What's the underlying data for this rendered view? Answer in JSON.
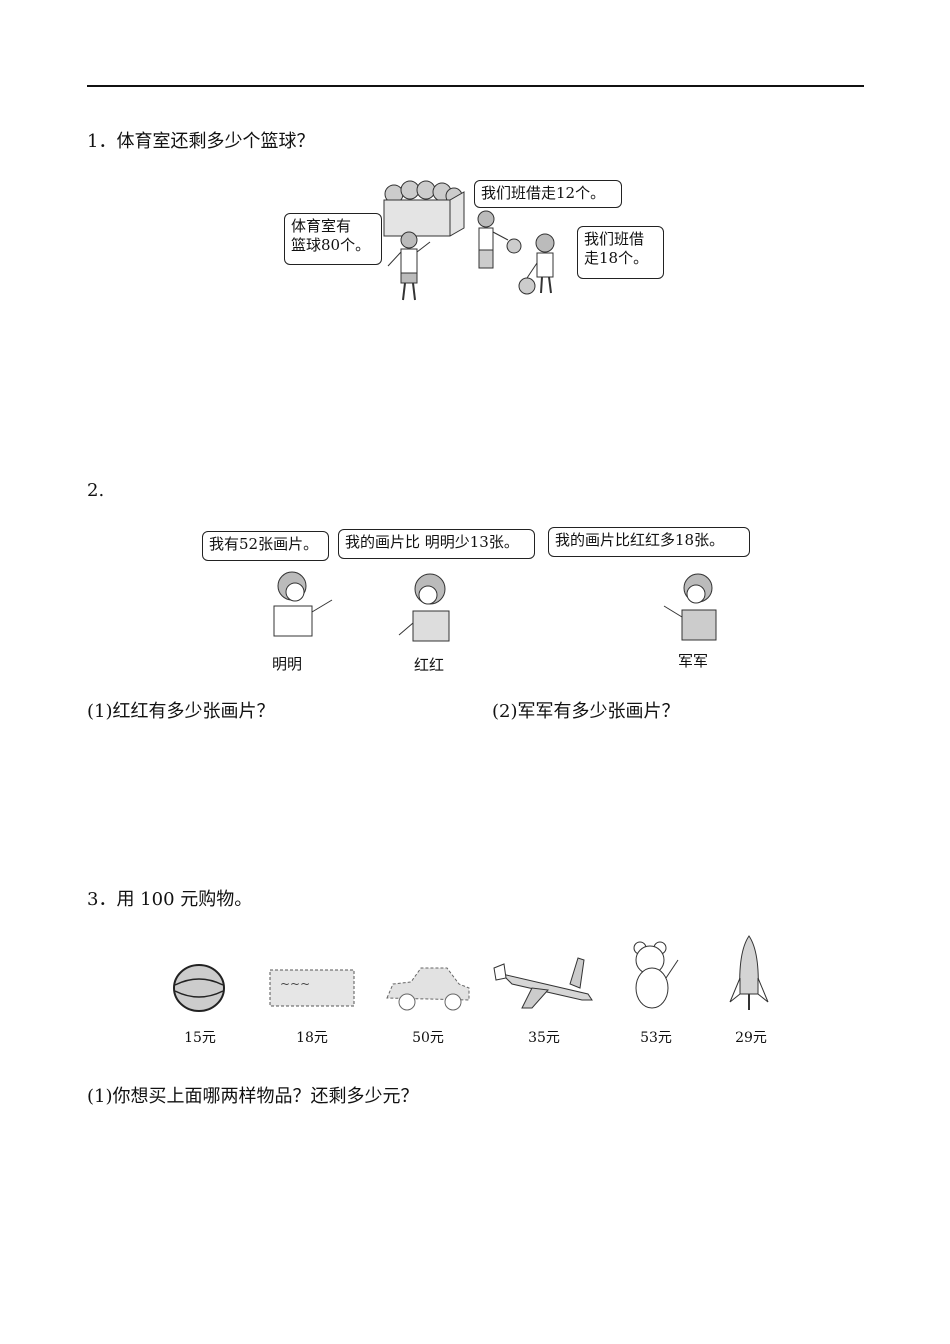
{
  "q1": {
    "title": "1．体育室还剩多少个篮球？",
    "bubbles": {
      "left_line1": "体育室有",
      "left_line2": "篮球80个。",
      "middle": "我们班借走12个。",
      "right_line1": "我们班借",
      "right_line2": "走18个。"
    }
  },
  "q2": {
    "number": "2.",
    "bubbles": {
      "mingming": "我有52张画片。",
      "honghong": "我的画片比 明明少13张。",
      "junjun": "我的画片比红红多18张。"
    },
    "names": {
      "mingming": "明明",
      "honghong": "红红",
      "junjun": "军军"
    },
    "sub1": "(1)红红有多少张画片？",
    "sub2": "(2)军军有多少张画片？"
  },
  "q3": {
    "title": "3．用 100 元购物。",
    "items": [
      {
        "icon": "ball",
        "price": "15元"
      },
      {
        "icon": "cake",
        "price": "18元"
      },
      {
        "icon": "car",
        "price": "50元"
      },
      {
        "icon": "airplane",
        "price": "35元"
      },
      {
        "icon": "teddy-bear",
        "price": "53元"
      },
      {
        "icon": "rocket",
        "price": "29元"
      }
    ],
    "sub1": "(1)你想买上面哪两样物品？还剩多少元？"
  }
}
